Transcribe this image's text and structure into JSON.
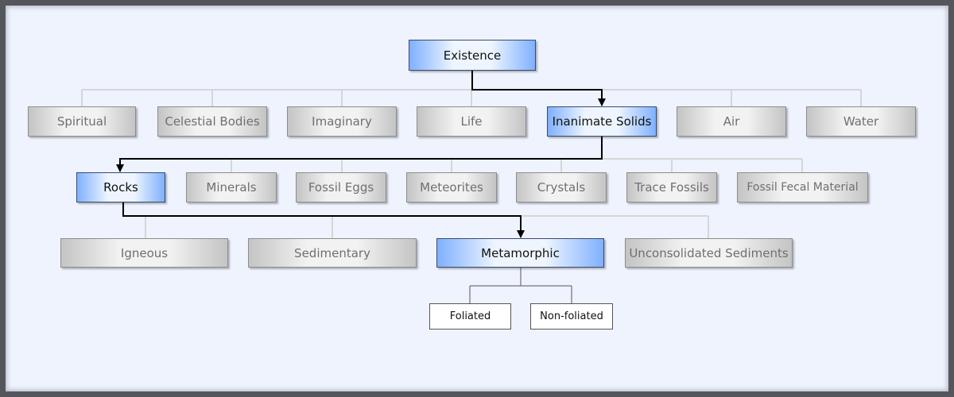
{
  "diagram": {
    "root": "Existence",
    "level1": [
      "Spiritual",
      "Celestial Bodies",
      "Imaginary",
      "Life",
      "Inanimate Solids",
      "Air",
      "Water"
    ],
    "level2": [
      "Rocks",
      "Minerals",
      "Fossil Eggs",
      "Meteorites",
      "Crystals",
      "Trace Fossils",
      "Fossil Fecal Material"
    ],
    "level3": [
      "Igneous",
      "Sedimentary",
      "Metamorphic",
      "Unconsolidated Sediments"
    ],
    "level4": [
      "Foliated",
      "Non-foliated"
    ],
    "highlighted_path": [
      "Existence",
      "Inanimate Solids",
      "Rocks",
      "Metamorphic"
    ],
    "colors": {
      "highlight": "#7fb0ff",
      "inactive": "#c4c4c4",
      "connector_active": "#000000",
      "connector_inactive": "#d6d6d6"
    }
  }
}
